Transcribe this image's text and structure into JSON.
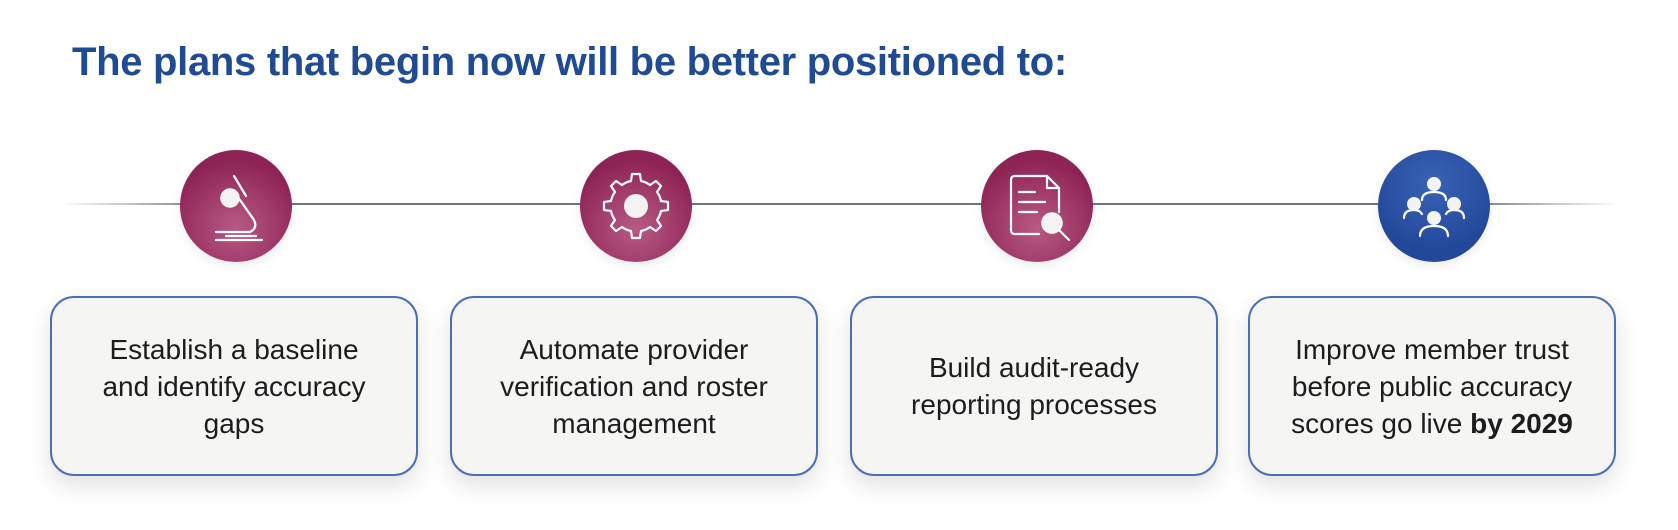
{
  "title": "The plans that begin now will be better positioned to:",
  "colors": {
    "title": "#1f4a94",
    "magenta": "#8e2456",
    "blue": "#22489a",
    "card_border": "#4a6fb3",
    "card_bg": "#f5f5f4",
    "timeline": "#565d68"
  },
  "steps": [
    {
      "icon": "microscope-icon",
      "color": "magenta",
      "text": "Establish a baseline and identify accuracy gaps",
      "emphasis": ""
    },
    {
      "icon": "gear-icon",
      "color": "magenta",
      "text": "Automate provider verification and roster management",
      "emphasis": ""
    },
    {
      "icon": "document-search-icon",
      "color": "magenta",
      "text": "Build audit-ready reporting processes",
      "emphasis": ""
    },
    {
      "icon": "people-network-icon",
      "color": "blue",
      "text": "Improve member trust before public accuracy scores go live",
      "emphasis": "by 2029"
    }
  ]
}
